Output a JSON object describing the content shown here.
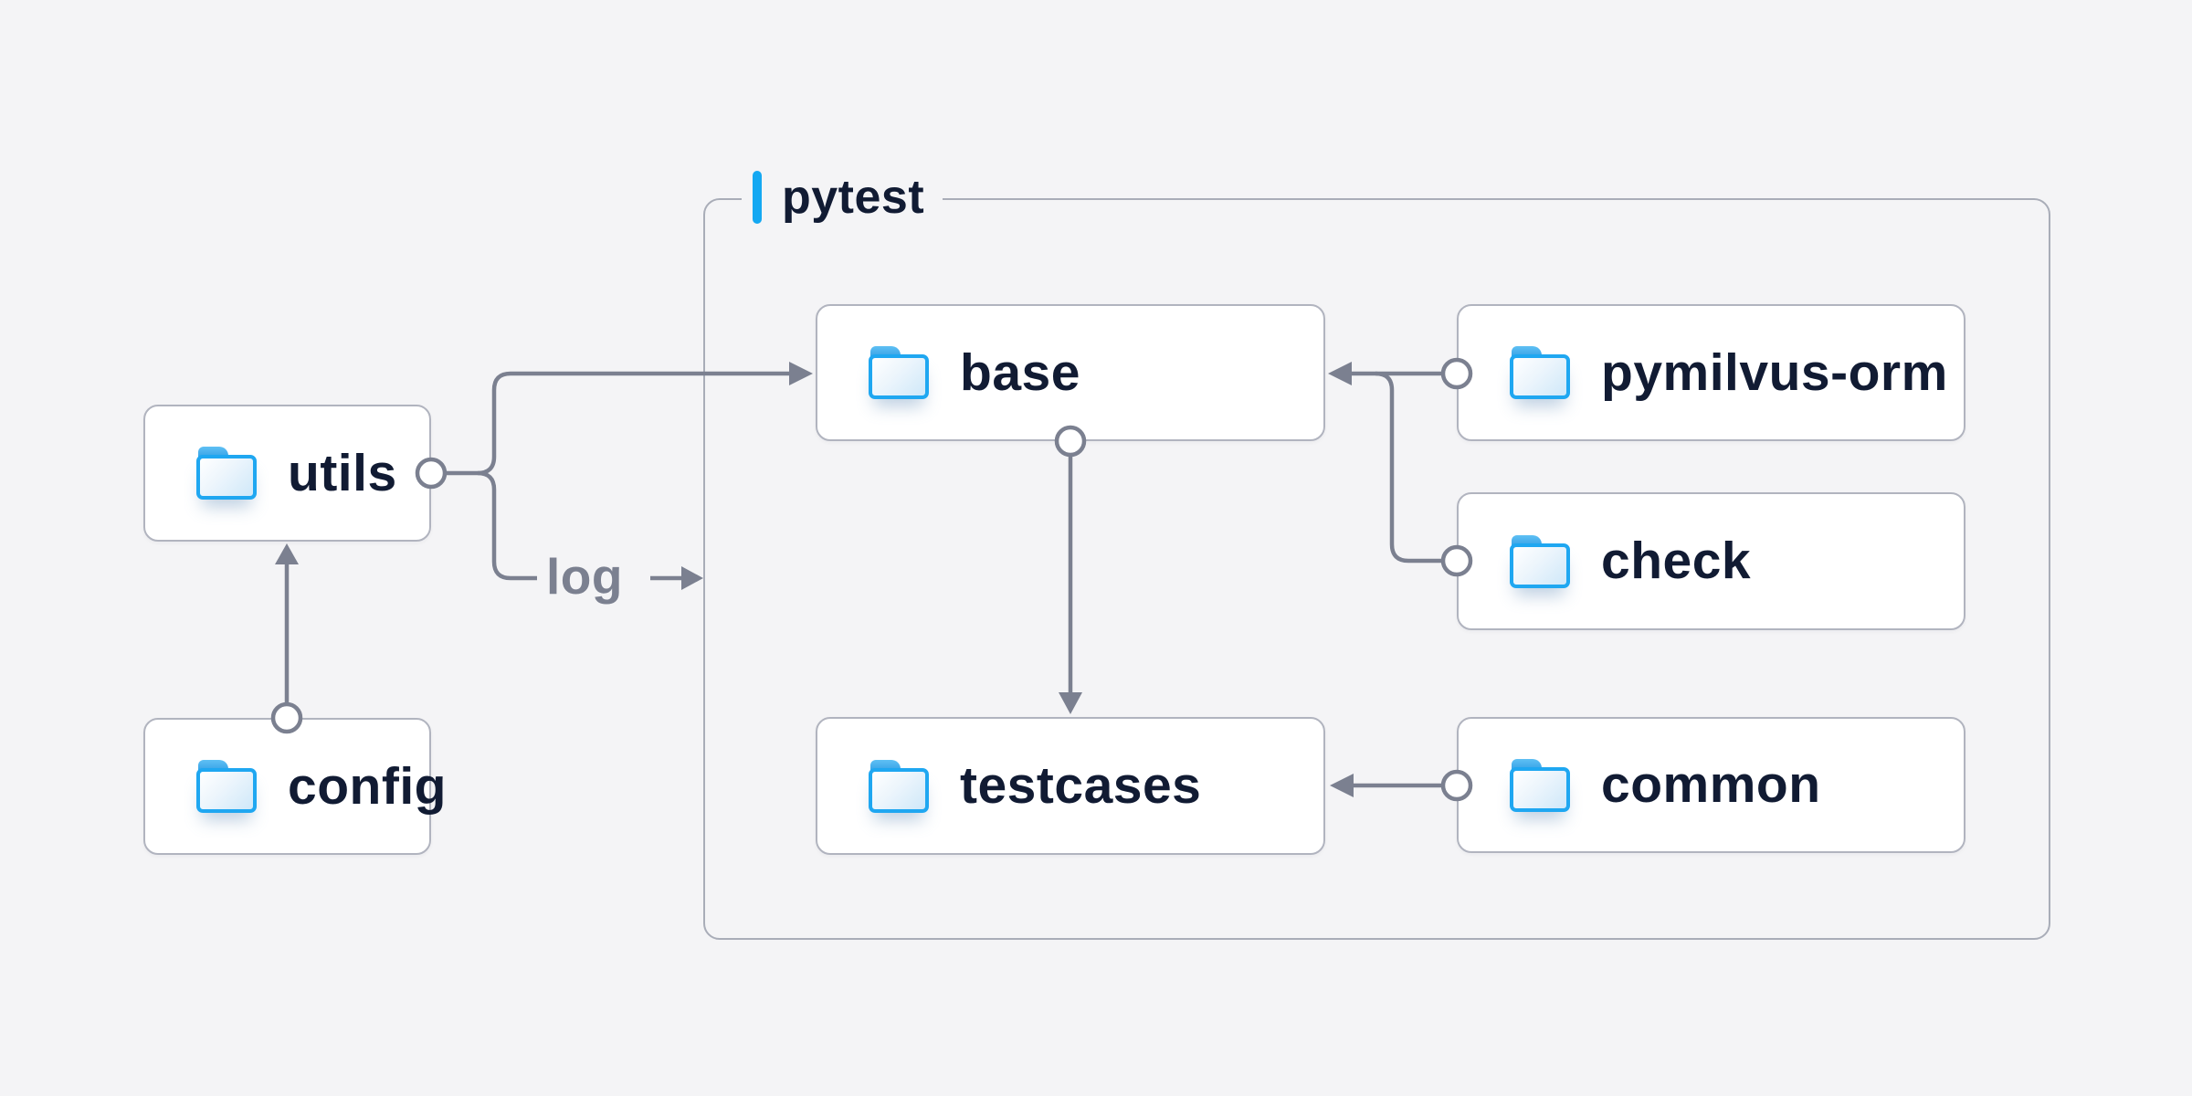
{
  "diagram": {
    "group": {
      "label": "pytest"
    },
    "nodes": [
      {
        "id": "utils",
        "label": "utils"
      },
      {
        "id": "config",
        "label": "config"
      },
      {
        "id": "base",
        "label": "base"
      },
      {
        "id": "pymilvus-orm",
        "label": "pymilvus-orm"
      },
      {
        "id": "check",
        "label": "check"
      },
      {
        "id": "testcases",
        "label": "testcases"
      },
      {
        "id": "common",
        "label": "common"
      }
    ],
    "edges": [
      {
        "from": "config",
        "to": "utils"
      },
      {
        "from": "utils",
        "to": "base"
      },
      {
        "from": "utils",
        "to": "pytest",
        "label": "log"
      },
      {
        "from": "pymilvus-orm",
        "to": "base"
      },
      {
        "from": "check",
        "to": "base"
      },
      {
        "from": "base",
        "to": "testcases"
      },
      {
        "from": "common",
        "to": "testcases"
      }
    ],
    "icons": {
      "node_icon": "folder-icon"
    },
    "colors": {
      "background": "#f4f4f6",
      "node_border": "#b1b4bf",
      "container_border": "#a9adb8",
      "connector": "#7b8090",
      "text_dark": "#111b33",
      "accent_blue": "#14a8f2",
      "folder_blue": "#1fa7f1",
      "folder_tab": "#2f9ce4",
      "log_label": "#7b8090"
    }
  }
}
